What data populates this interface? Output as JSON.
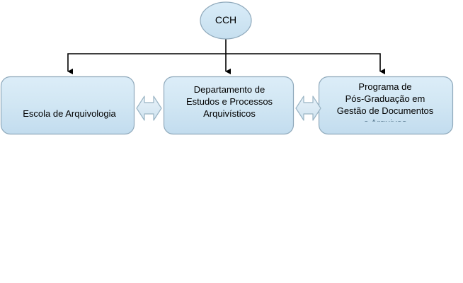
{
  "diagram": {
    "type": "organizational-hierarchy",
    "root": {
      "id": "cch",
      "label": "CCH",
      "shape": "ellipse"
    },
    "units": [
      {
        "id": "escola-arquivologia",
        "label": "Escola de Arquivologia",
        "shape": "rounded-rectangle"
      },
      {
        "id": "departamento-estudos",
        "label": "Departamento de\nEstudos e Processos\nArquivísticos",
        "shape": "rounded-rectangle"
      },
      {
        "id": "programa-pos-graduacao",
        "label": "Programa de\nPós-Graduação em\nGestão de Documentos",
        "clipped_line": "e Arquivos",
        "shape": "rounded-rectangle"
      }
    ],
    "connectors": [
      {
        "id": "cch-to-escola",
        "from": "cch",
        "to": "escola-arquivologia",
        "style": "elbow-arrow",
        "direction": "one-way"
      },
      {
        "id": "cch-to-departamento",
        "from": "cch",
        "to": "departamento-estudos",
        "style": "straight-arrow",
        "direction": "one-way"
      },
      {
        "id": "cch-to-programa",
        "from": "cch",
        "to": "programa-pos-graduacao",
        "style": "elbow-arrow",
        "direction": "one-way"
      },
      {
        "id": "escola-departamento-link",
        "from": "escola-arquivologia",
        "to": "departamento-estudos",
        "style": "block-arrow",
        "direction": "two-way"
      },
      {
        "id": "departamento-programa-link",
        "from": "departamento-estudos",
        "to": "programa-pos-graduacao",
        "style": "block-arrow",
        "direction": "two-way"
      }
    ],
    "colors": {
      "node_fill_top": "#d8ecf7",
      "node_fill_bottom": "#c3ddee",
      "node_border": "#8fa9bb",
      "connector_line": "#000000",
      "block_arrow_fill": "#dceaf3",
      "block_arrow_border": "#9ab4c4",
      "background": "#ffffff",
      "text": "#000000"
    }
  }
}
